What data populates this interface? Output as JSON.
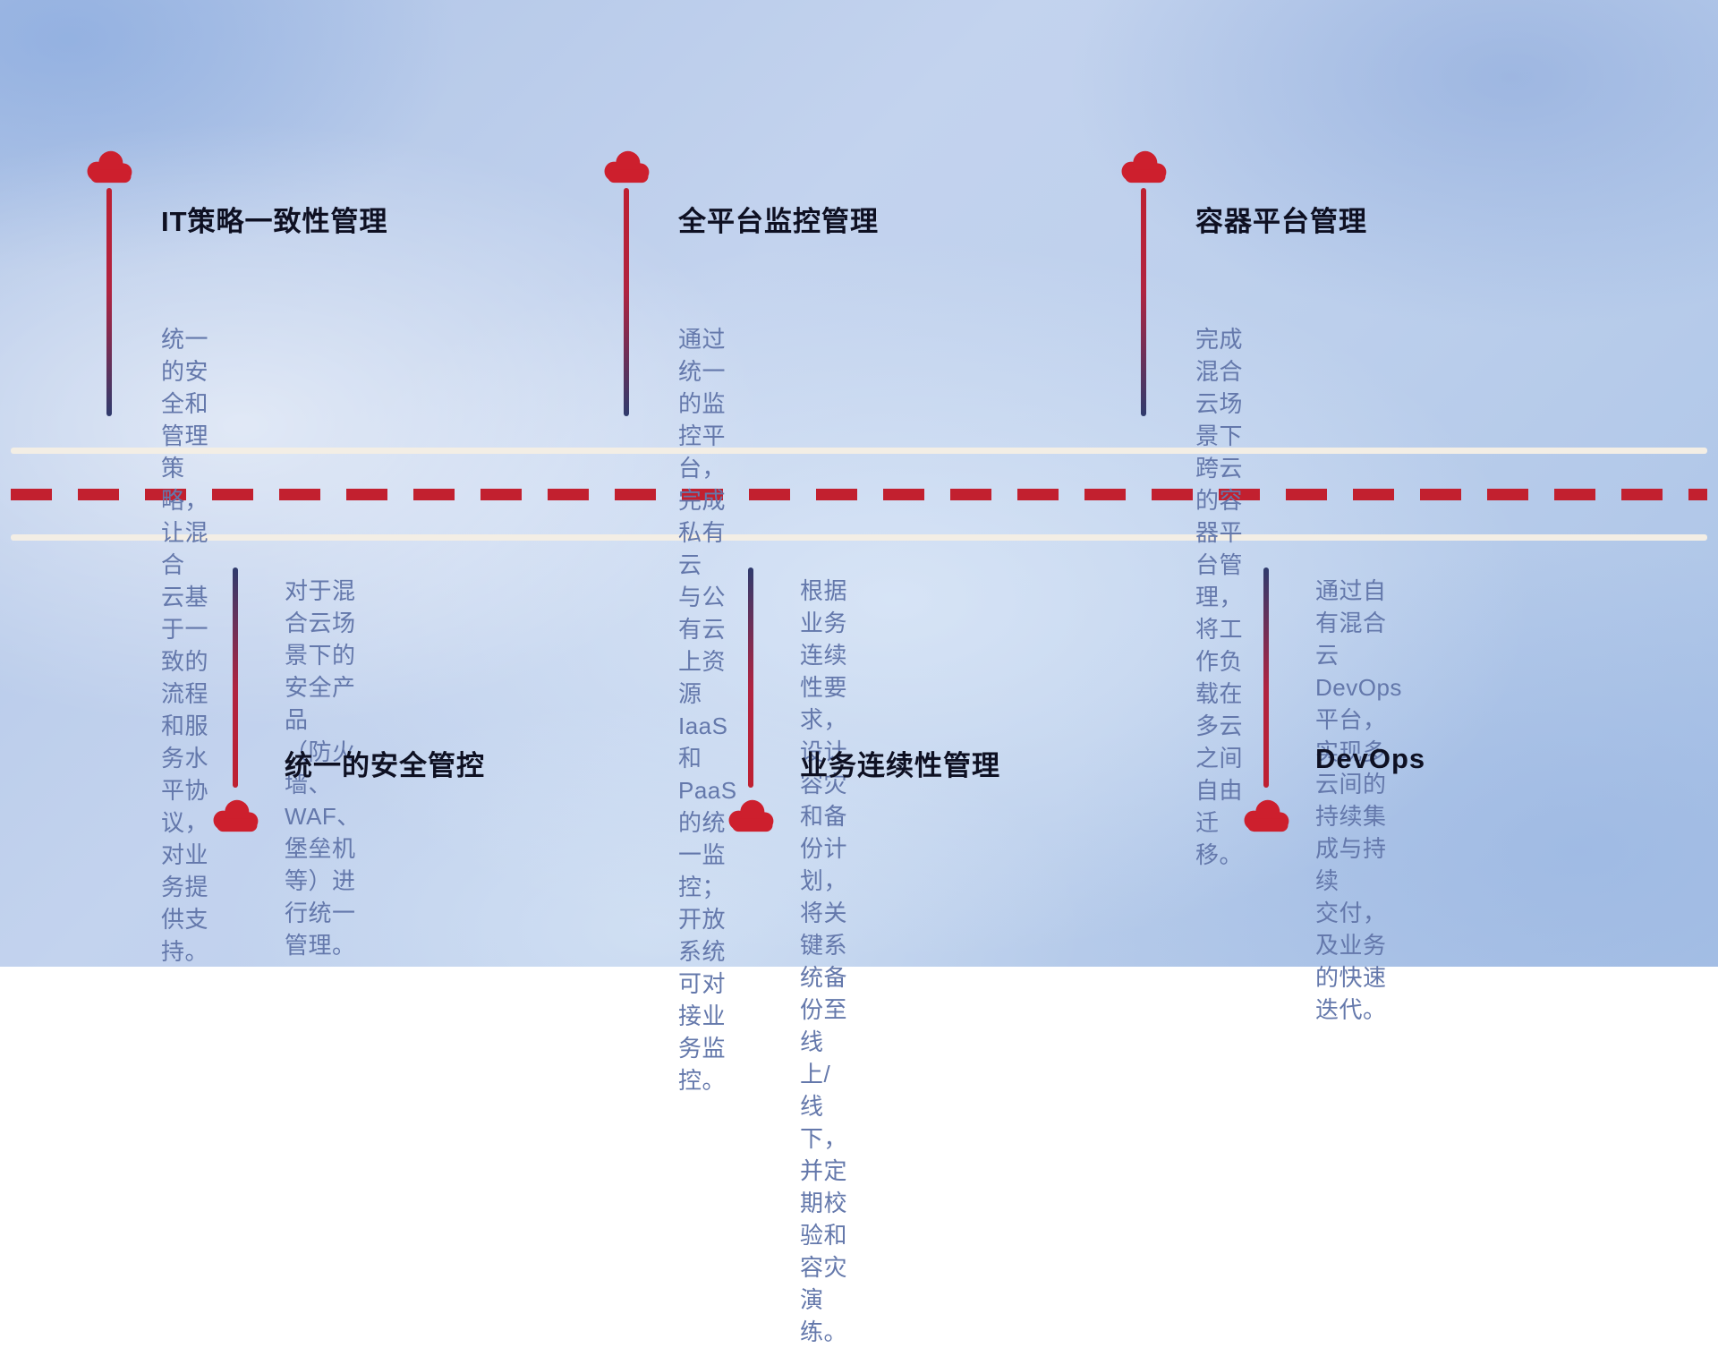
{
  "diagram": {
    "top_items": [
      {
        "title": "IT策略一致性管理",
        "description": "统一的安全和管理策略，让混合\n云基于一致的流程和服务水平协\n议，对业务提供支持。"
      },
      {
        "title": "全平台监控管理",
        "description": "通过统一的监控平台，完成私有云\n与公有云上资源IaaS和PaaS的统\n一监控；开放系统可对接业务监控。"
      },
      {
        "title": "容器平台管理",
        "description": "完成混合云场景下跨云的容器平\n台管理，将工作负载在多云之间\n自由迁移。"
      }
    ],
    "bottom_items": [
      {
        "title": "统一的安全管控",
        "description": "对于混合云场景下的安全产品\n（防火墙、WAF、堡垒机等）进\n行统一管理。"
      },
      {
        "title": "业务连续性管理",
        "description": "根据业务连续性要求，设计容灾\n和备份计划，将关键系统备份至\n线上/线下，并定期校验和容灾\n演练。"
      },
      {
        "title": "DevOps",
        "description": "通过自有混合云DevOps平台，\n实现多云间的持续集成与持续\n交付，及业务的快速迭代。"
      }
    ],
    "colors": {
      "cloud_red": "#cd1f2d",
      "dash_red": "#c2202f",
      "stem_red": "#bf2031",
      "stem_navy": "#2f3b6d",
      "road_white": "#f3eee5",
      "title_color": "#0e1022",
      "description_color": "#6478ab",
      "background_blue": "#b5c9e9"
    }
  }
}
